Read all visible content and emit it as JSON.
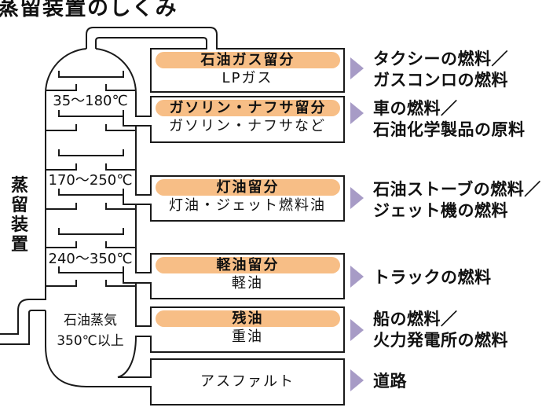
{
  "title": "蒸留装置のしくみ",
  "side_label": "蒸留装置",
  "colors": {
    "fraction_pill": "#f7be86",
    "arrow": "#a79bc6",
    "line": "#1a1a1a"
  },
  "column": {
    "temperature_ranges": [
      "35〜180℃",
      "170〜250℃",
      "240〜350℃"
    ],
    "feed_label": [
      "石油蒸気",
      "350℃以上"
    ]
  },
  "fractions": [
    {
      "name": "石油ガス留分",
      "product": "LPガス",
      "uses": [
        "タクシーの燃料／",
        "ガスコンロの燃料"
      ]
    },
    {
      "name": "ガソリン・ナフサ留分",
      "product": "ガソリン・ナフサなど",
      "uses": [
        "車の燃料／",
        "石油化学製品の原料"
      ]
    },
    {
      "name": "灯油留分",
      "product": "灯油・ジェット燃料油",
      "uses": [
        "石油ストーブの燃料／",
        "ジェット機の燃料"
      ]
    },
    {
      "name": "軽油留分",
      "product": "軽油",
      "uses": [
        "トラックの燃料"
      ]
    },
    {
      "name": "残油",
      "product": "重油",
      "uses": [
        "船の燃料／",
        "火力発電所の燃料"
      ]
    },
    {
      "product": "アスファルト",
      "uses": [
        "道路"
      ]
    }
  ]
}
